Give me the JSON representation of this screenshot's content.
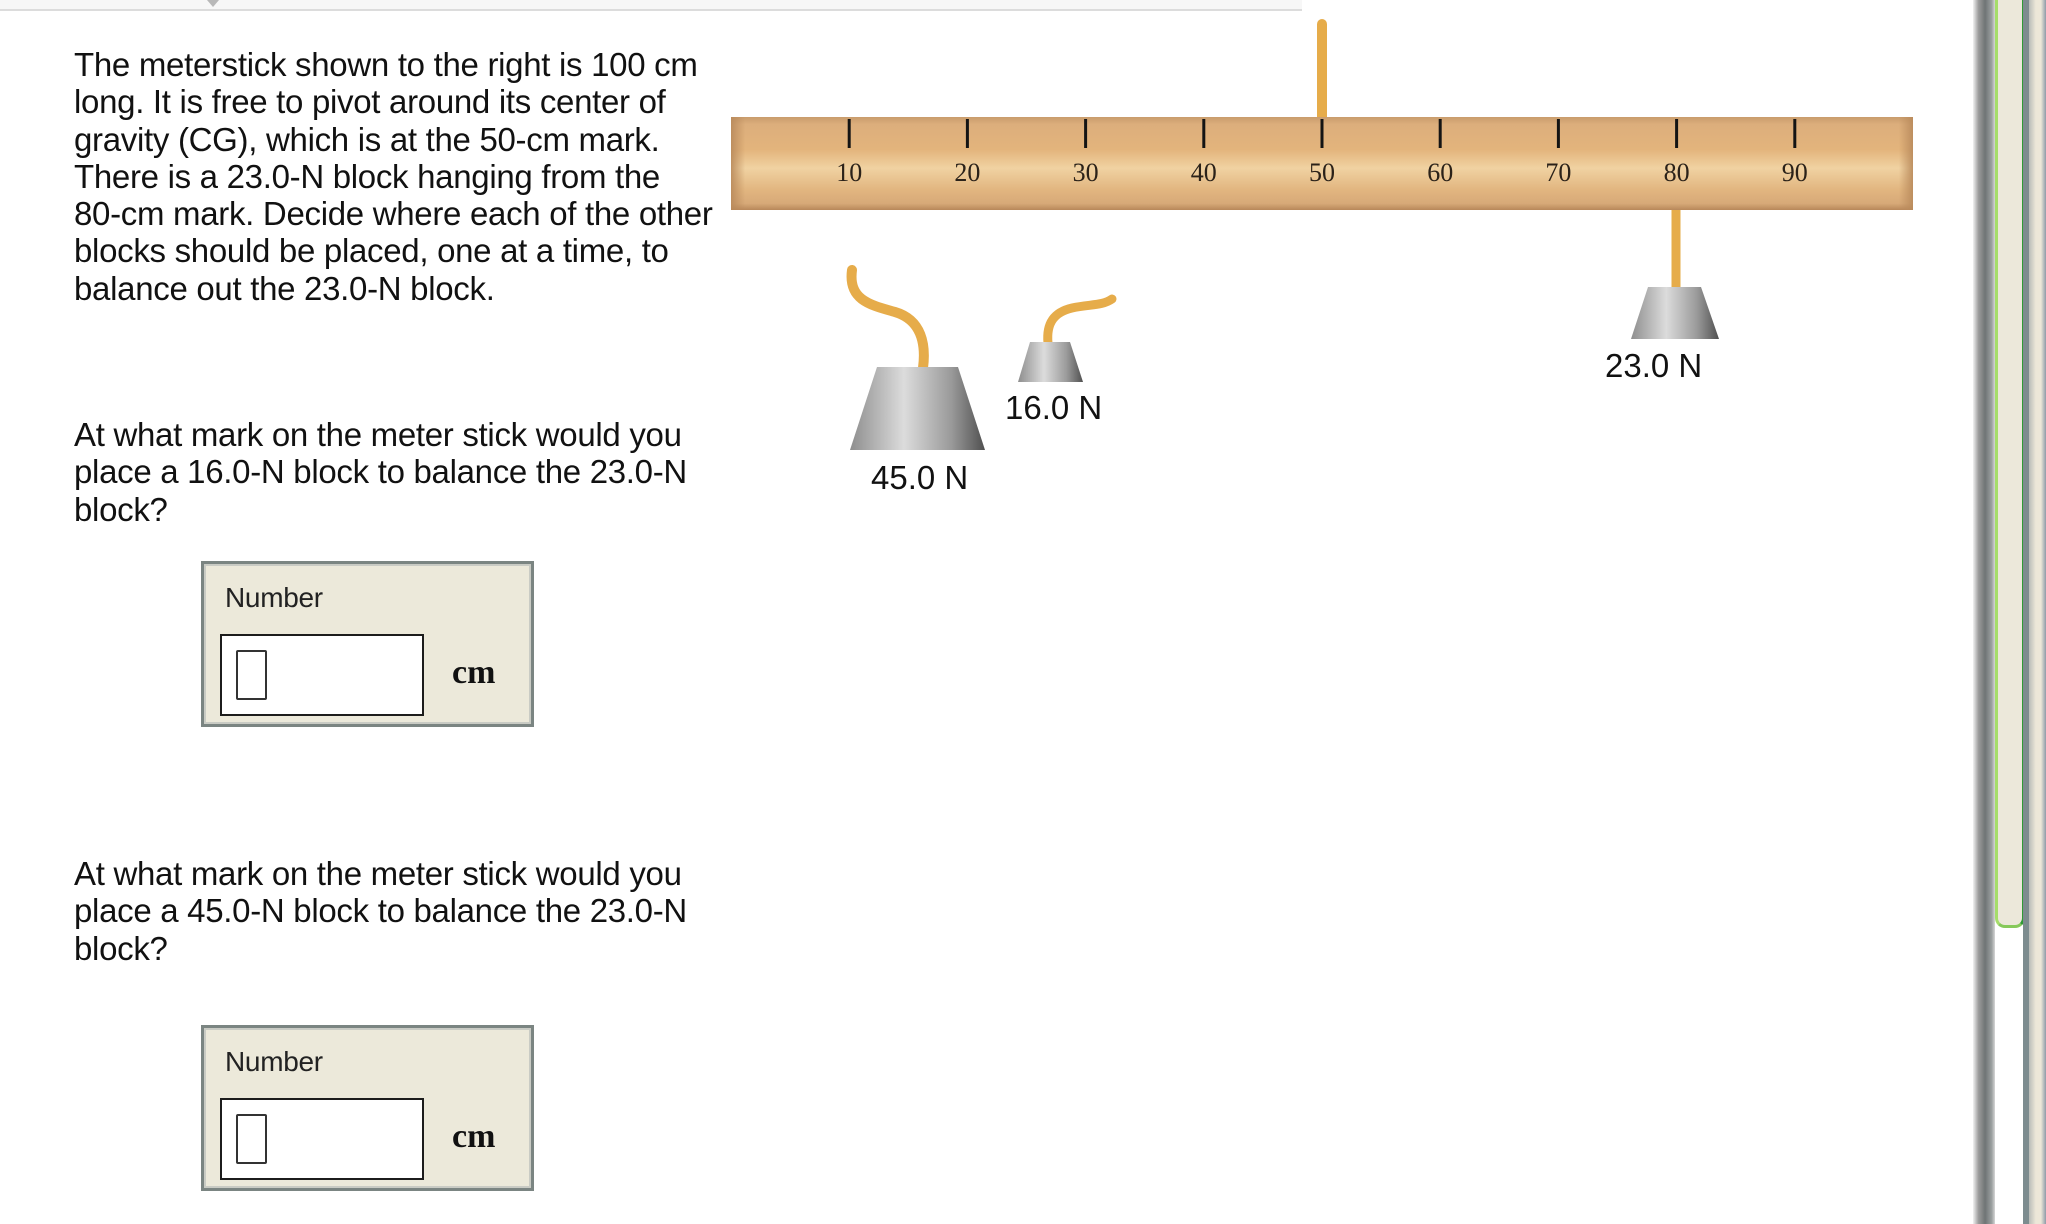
{
  "problem": {
    "intro": "The meterstick shown to the right is 100 cm long. It is free to pivot around its center of gravity (CG), which is at the 50-cm mark. There is a 23.0-N block hanging from the 80-cm mark. Decide where each of the other blocks should be placed, one at a time, to balance out the 23.0-N block.",
    "questions": [
      {
        "text": "At what mark on the meter stick would you place a 16.0-N block to balance the 23.0-N block?",
        "field_label": "Number",
        "value": "",
        "unit": "cm"
      },
      {
        "text": "At what mark on the meter stick would you place a 45.0-N block to balance the 23.0-N block?",
        "field_label": "Number",
        "value": "",
        "unit": "cm"
      }
    ]
  },
  "diagram": {
    "meterstick_length_cm": 100,
    "pivot_cm": 50,
    "tick_labels": [
      "10",
      "20",
      "30",
      "40",
      "50",
      "60",
      "70",
      "80",
      "90"
    ],
    "tick_values_cm": [
      10,
      20,
      30,
      40,
      50,
      60,
      70,
      80,
      90
    ],
    "hanging_block": {
      "label": "23.0 N",
      "position_cm": 80
    },
    "loose_blocks": [
      {
        "label": "45.0 N"
      },
      {
        "label": "16.0 N"
      }
    ],
    "colors": {
      "wood": "#e2b882",
      "string": "#e6ac4a",
      "block": "#a8a8a8"
    }
  },
  "scrollbar": {
    "thumb_fraction_top": 0.0,
    "thumb_fraction_visible": 0.76
  }
}
